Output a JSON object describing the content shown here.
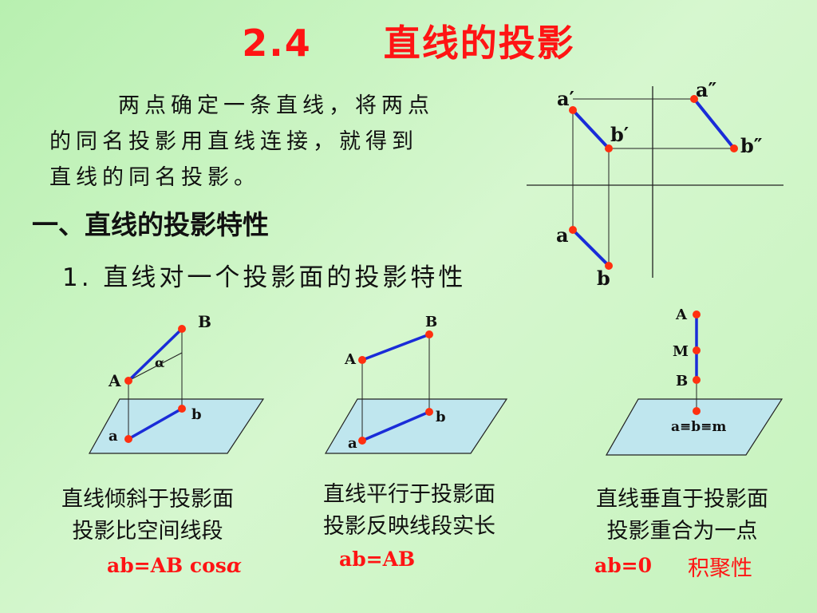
{
  "title": "2.4     直线的投影",
  "intro": {
    "lines": [
      "两点确定一条直线，将两点",
      "的同名投影用直线连接，就得到",
      "直线的同名投影。"
    ]
  },
  "section1": "一、直线的投影特性",
  "section1_1": "1. 直线对一个投影面的投影特性",
  "projection_diagram": {
    "labels": {
      "a_prime": "a′",
      "a_dprime": "a″",
      "b_prime": "b′",
      "b_dprime": "b″",
      "a": "a",
      "b": "b"
    }
  },
  "cases": [
    {
      "points": {
        "A": "A",
        "B": "B",
        "a": "a",
        "b": "b",
        "angle": "α"
      },
      "caption1": "直线倾斜于投影面",
      "caption2": "投影比空间线段",
      "formula": "ab=AB cos",
      "formula_symbol": "α"
    },
    {
      "points": {
        "A": "A",
        "B": "B",
        "a": "a",
        "b": "b"
      },
      "caption1": "直线平行于投影面",
      "caption2": "投影反映线段实长",
      "formula": "ab=AB"
    },
    {
      "points": {
        "A": "A",
        "M": "M",
        "B": "B",
        "abm": "a≡b≡m"
      },
      "caption1": "直线垂直于投影面",
      "caption2": "投影重合为一点",
      "formula": "ab=0",
      "note": "积聚性"
    }
  ],
  "colors": {
    "title": "#ff1414",
    "line": "#1a2cd8",
    "point": "#ff3010",
    "plane": "#bfe6ee"
  }
}
